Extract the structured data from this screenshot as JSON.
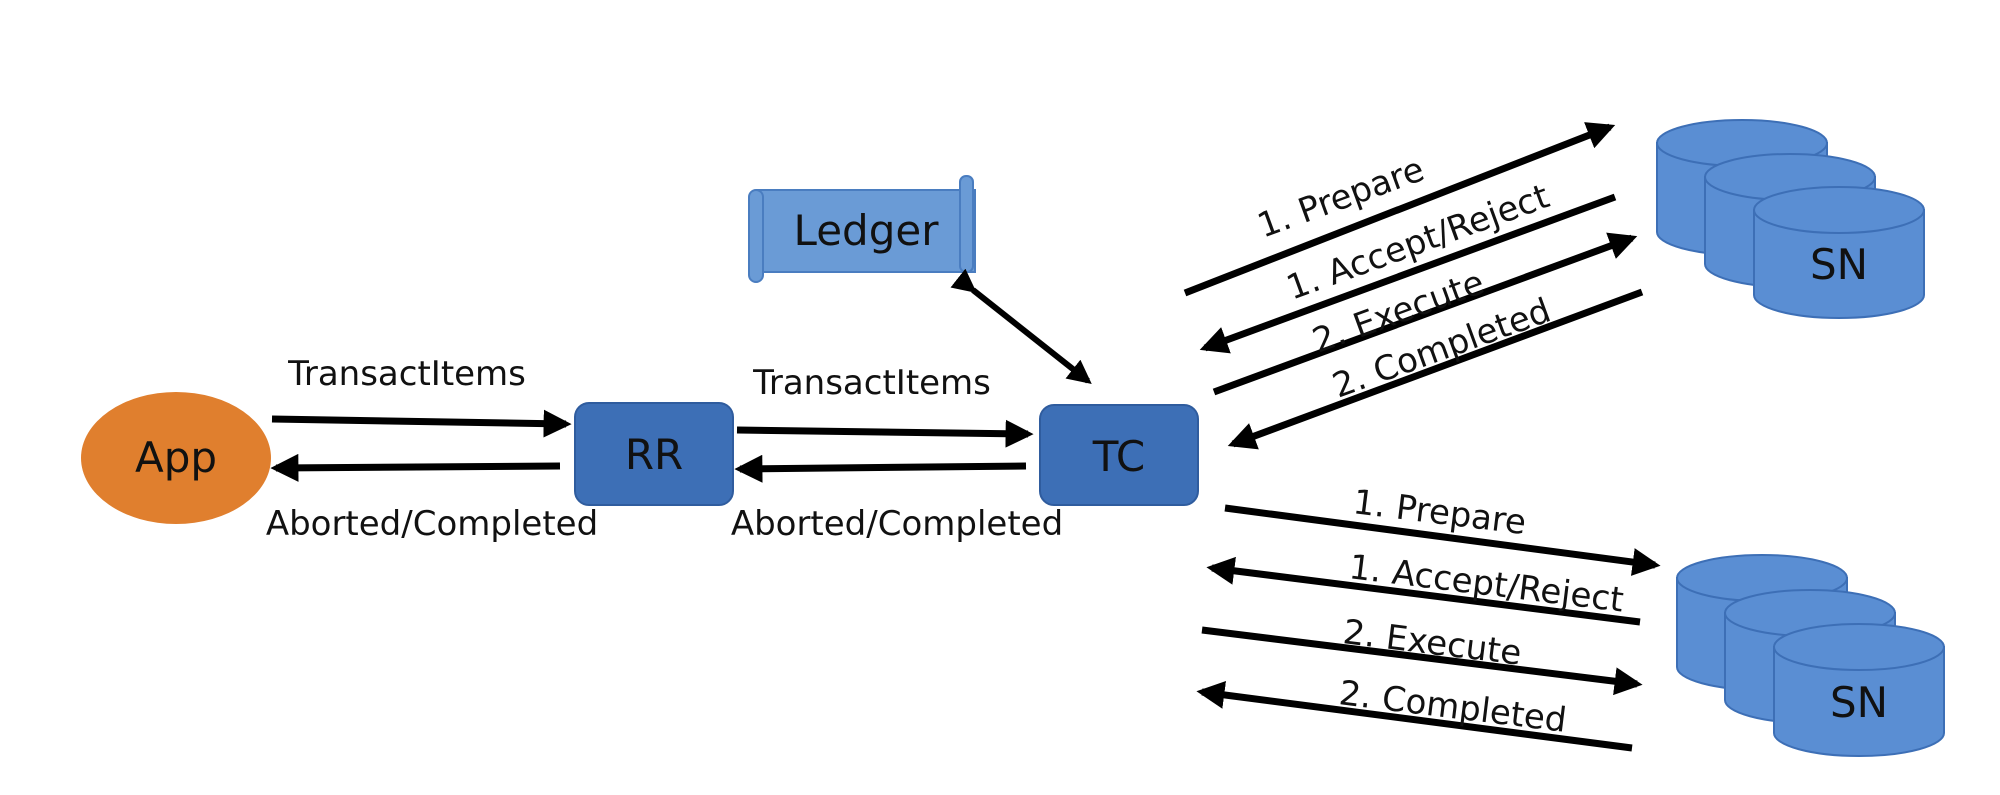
{
  "colors": {
    "app": "#E07F2E",
    "box": "#3D6FB6",
    "ledger": "#6A9BD6",
    "storage": "#5A8ED3",
    "storage_stroke": "#3D6FB6",
    "arrow": "#000000"
  },
  "nodes": {
    "app": "App",
    "rr": "RR",
    "tc": "TC",
    "ledger": "Ledger",
    "sn_top": "SN",
    "sn_bottom": "SN"
  },
  "edges": {
    "app_rr_request": "TransactItems",
    "app_rr_response": "Aborted/Completed",
    "rr_tc_request": "TransactItems",
    "rr_tc_response": "Aborted/Completed"
  },
  "top_group": {
    "prepare": "1. Prepare",
    "accept": "1. Accept/Reject",
    "execute": "2. Execute",
    "completed": "2. Completed"
  },
  "bottom_group": {
    "prepare": "1. Prepare",
    "accept": "1. Accept/Reject",
    "execute": "2. Execute",
    "completed": "2. Completed"
  }
}
